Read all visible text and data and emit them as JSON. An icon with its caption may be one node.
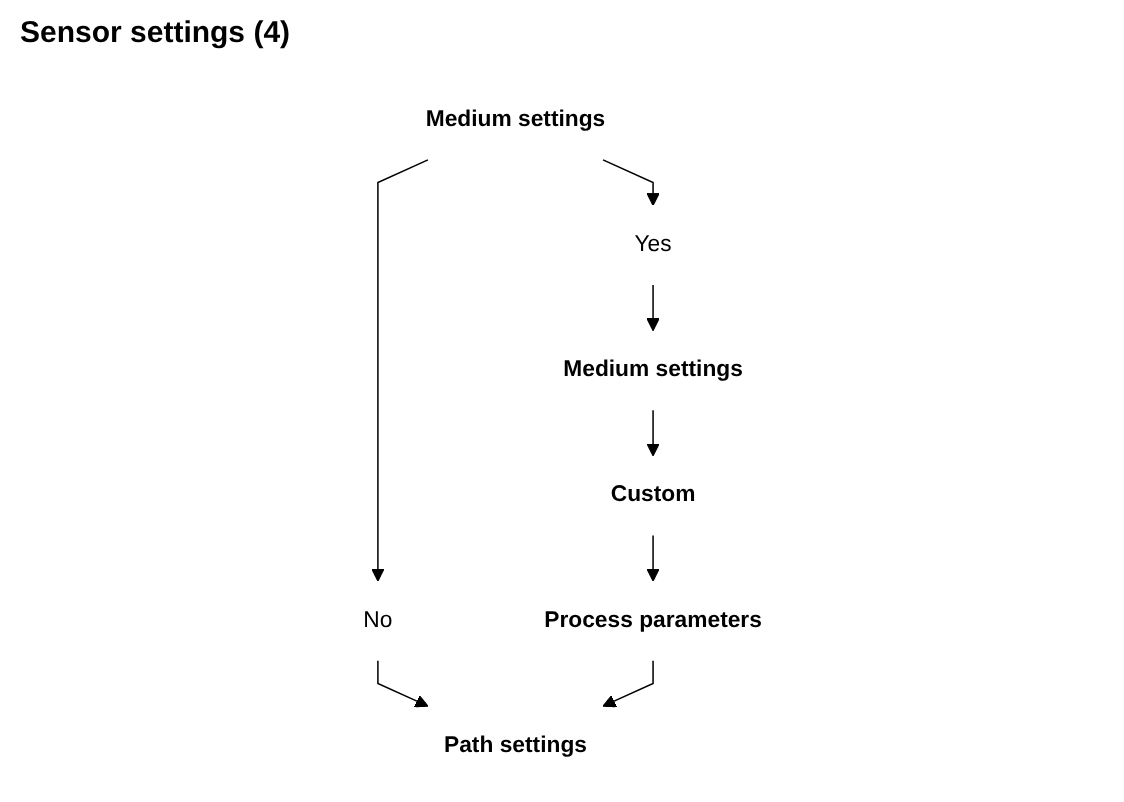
{
  "diagram": {
    "title": "Sensor settings (4)",
    "nodes": [
      {
        "text": [
          "Medium settings"
        ]
      },
      {
        "text": [
          "No"
        ]
      },
      {
        "text": [
          "Yes"
        ]
      },
      {
        "text": [
          "Medium settings"
        ]
      },
      {
        "text": [
          "Custom"
        ]
      },
      {
        "text": [
          "Process parameters"
        ]
      },
      {
        "text": [
          "Path settings"
        ]
      }
    ],
    "edges": [
      {
        "from": 0,
        "to": 1,
        "arrow": "to"
      },
      {
        "from": 0,
        "to": 2,
        "arrow": "to"
      },
      {
        "from": 2,
        "to": 3,
        "arrow": "to"
      },
      {
        "from": 3,
        "to": 4,
        "arrow": "to"
      },
      {
        "from": 4,
        "to": 5,
        "arrow": "to"
      },
      {
        "from": 1,
        "to": 6,
        "arrow": "to"
      },
      {
        "from": 5,
        "to": 6,
        "arrow": "to"
      }
    ]
  }
}
